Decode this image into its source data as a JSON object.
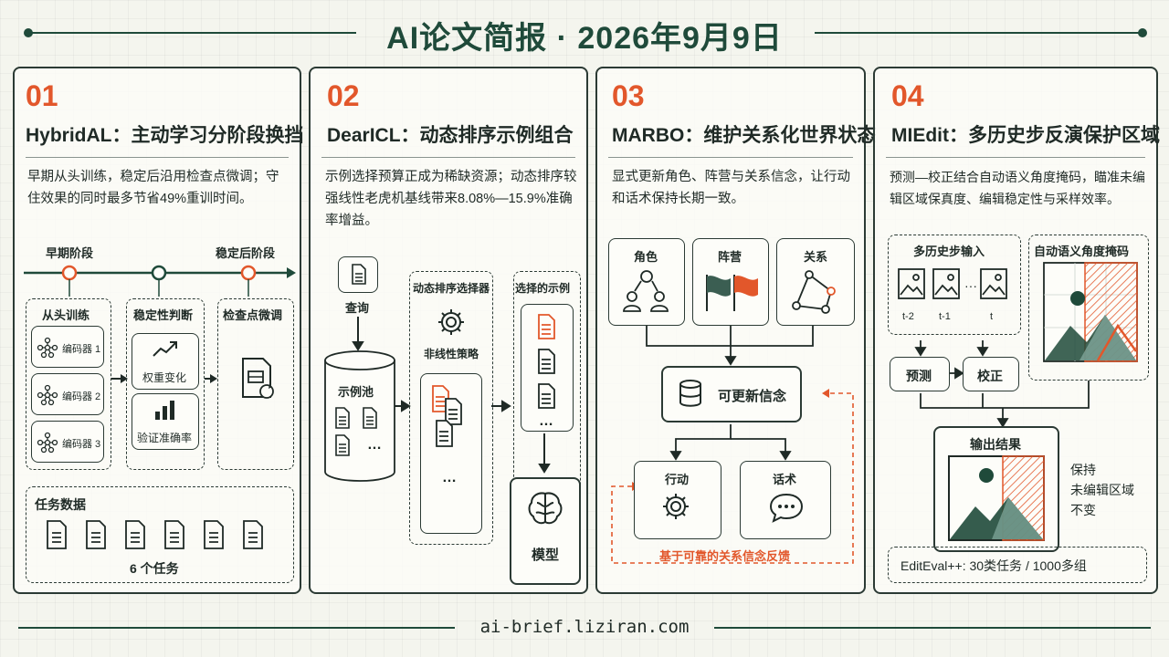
{
  "header": {
    "title": "AI论文简报 · 2026年9月9日"
  },
  "footer": {
    "url": "ai-brief.liziran.com"
  },
  "panels": [
    {
      "num": "01",
      "title": "HybridAL：主动学习分阶段换挡",
      "desc": "早期从头训练，稳定后沿用检查点微调；守住效果的同时最多节省49%重训时间。",
      "phase_early": "早期阶段",
      "phase_late": "稳定后阶段",
      "scratch": "从头训练",
      "encoders": [
        "编码器 1",
        "编码器 2",
        "编码器 3"
      ],
      "stability": "稳定性判断",
      "weight_change": "权重变化",
      "val_acc": "验证准确率",
      "finetune": "检查点微调",
      "task_data": "任务数据",
      "task_count": "6 个任务"
    },
    {
      "num": "02",
      "title": "DearICL：动态排序示例组合",
      "desc": "示例选择预算正成为稀缺资源；动态排序较强线性老虎机基线带来8.08%—15.9%准确率增益。",
      "query": "查询",
      "pool": "示例池",
      "selector": "动态排序选择器",
      "policy": "非线性策略",
      "selected": "选择的示例",
      "model": "模型",
      "ellipsis": "…"
    },
    {
      "num": "03",
      "title": "MARBO：维护关系化世界状态",
      "desc": "显式更新角色、阵营与关系信念，让行动和话术保持长期一致。",
      "role": "角色",
      "faction": "阵营",
      "relation": "关系",
      "belief": "可更新信念",
      "action": "行动",
      "speech": "话术",
      "feedback": "基于可靠的关系信念反馈"
    },
    {
      "num": "04",
      "title": "MIEdit：多历史步反演保护区域",
      "desc": "预测—校正结合自动语义角度掩码，瞄准未编辑区域保真度、编辑稳定性与采样效率。",
      "multi_input": "多历史步输入",
      "steps": [
        "t-2",
        "t-1",
        "t"
      ],
      "auto_mask": "自动语义角度掩码",
      "predict": "预测",
      "correct": "校正",
      "output": "输出结果",
      "keep_lines": [
        "保持",
        "未编辑区域",
        "不变"
      ],
      "bench": "EditEval++: 30类任务 / 1000多组",
      "dots": "···"
    }
  ],
  "colors": {
    "green": "#1f4a3a",
    "orange": "#e2572b",
    "ink": "#1f2a26"
  }
}
